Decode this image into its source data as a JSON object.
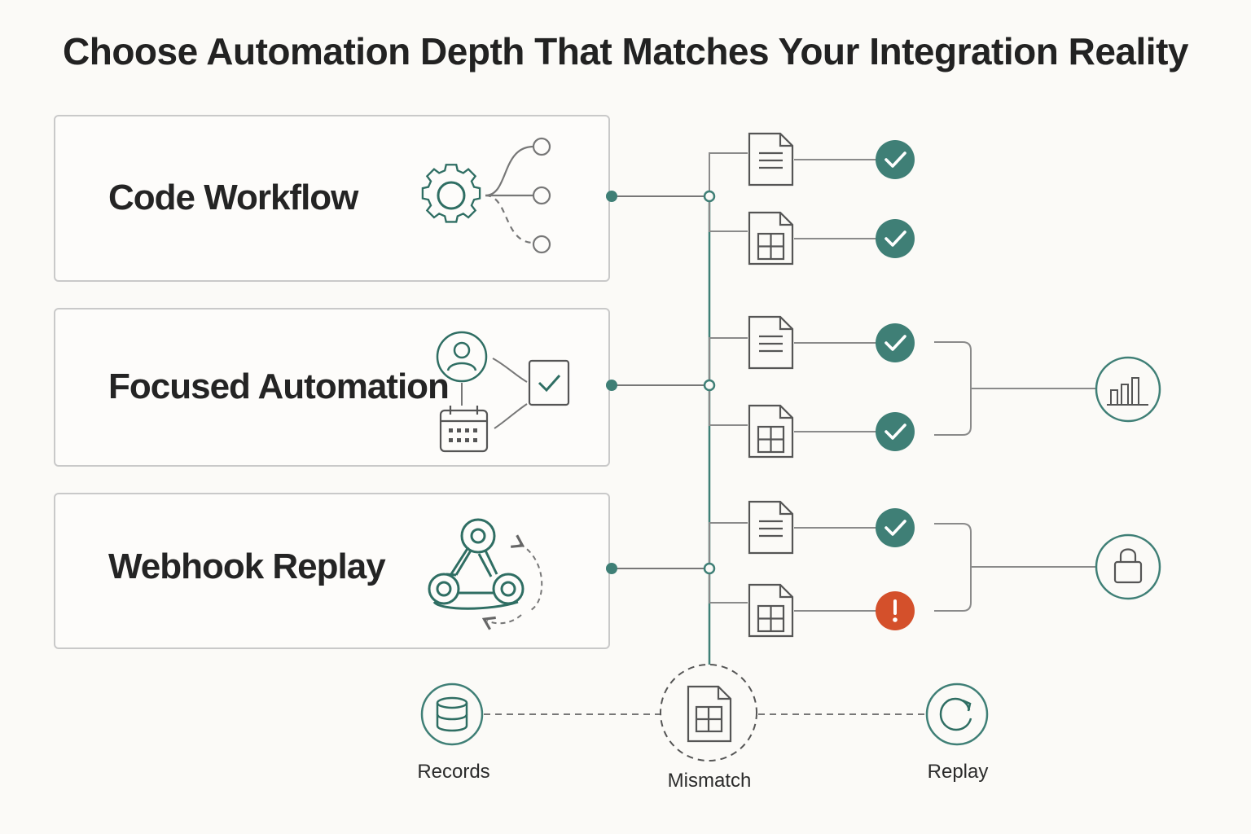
{
  "title": "Choose Automation Depth That Matches Your Integration Reality",
  "panels": [
    {
      "label": "Code Workflow",
      "icon": "gear-branch-icon"
    },
    {
      "label": "Focused Automation",
      "icon": "user-calendar-task-icon"
    },
    {
      "label": "Webhook Replay",
      "icon": "webhook-cycle-icon"
    }
  ],
  "outputs": [
    {
      "doc": "document-icon",
      "status": "success"
    },
    {
      "doc": "spreadsheet-icon",
      "status": "success"
    },
    {
      "doc": "document-icon",
      "status": "success"
    },
    {
      "doc": "spreadsheet-icon",
      "status": "success"
    },
    {
      "doc": "document-icon",
      "status": "success"
    },
    {
      "doc": "spreadsheet-icon",
      "status": "error"
    }
  ],
  "aggregates": [
    {
      "icon": "bar-chart-icon"
    },
    {
      "icon": "lock-icon"
    }
  ],
  "bottom": {
    "records": "Records",
    "mismatch": "Mismatch",
    "replay": "Replay"
  },
  "colors": {
    "accent": "#3f7f76",
    "success": "#3f7f76",
    "error": "#d4502b",
    "line": "#8a8a8a",
    "border": "#c9c9c9"
  }
}
